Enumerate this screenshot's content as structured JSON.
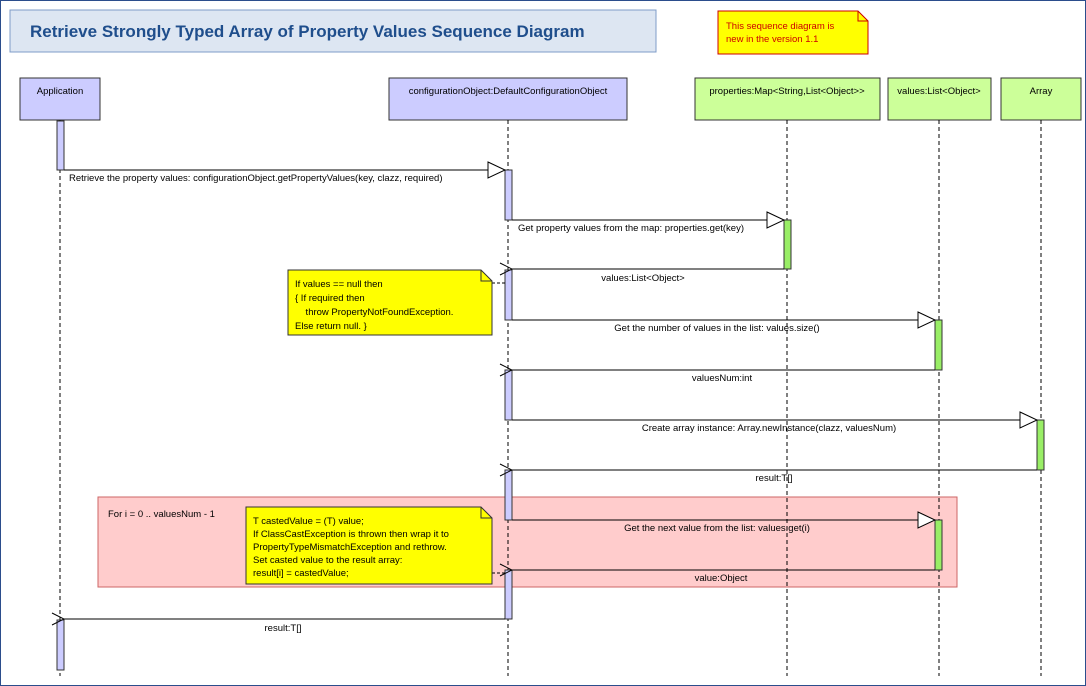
{
  "title": "Retrieve Strongly Typed Array of Property Values Sequence Diagram",
  "top_note": {
    "lines": [
      "This sequence diagram is",
      "new in the version 1.1"
    ]
  },
  "participants": [
    {
      "id": "app",
      "label": "Application"
    },
    {
      "id": "config",
      "label": "configurationObject:DefaultConfigurationObject"
    },
    {
      "id": "props",
      "label": "properties:Map<String,List<Object>>"
    },
    {
      "id": "values",
      "label": "values:List<Object>"
    },
    {
      "id": "array",
      "label": "Array"
    }
  ],
  "messages": [
    {
      "id": "m1",
      "label": "Retrieve the property values: configurationObject.getPropertyValues(key, clazz, required)",
      "kind": "call"
    },
    {
      "id": "m2",
      "label": "Get property values from the map: properties.get(key)",
      "kind": "call"
    },
    {
      "id": "m3",
      "label": "values:List<Object>",
      "kind": "return"
    },
    {
      "id": "m4",
      "label": "Get the number of values in the list: values.size()",
      "kind": "call"
    },
    {
      "id": "m5",
      "label": "valuesNum:int",
      "kind": "return"
    },
    {
      "id": "m6",
      "label": "Create array instance: Array.newInstance(clazz, valuesNum)",
      "kind": "call"
    },
    {
      "id": "m7",
      "label": "result:T[]",
      "kind": "return"
    },
    {
      "id": "m8",
      "label": "Get the next value from the list: values.get(i)",
      "kind": "call"
    },
    {
      "id": "m9",
      "label": "value:Object",
      "kind": "return"
    },
    {
      "id": "m10",
      "label": "result:T[]",
      "kind": "return"
    }
  ],
  "loop": {
    "label": "For i = 0 .. valuesNum - 1"
  },
  "notes": [
    {
      "id": "note-null-check",
      "lines": [
        "If values == null then",
        "{ If required then",
        "    throw PropertyNotFoundException.",
        "Else return null. }"
      ]
    },
    {
      "id": "note-cast",
      "lines": [
        "T castedValue = (T) value;",
        "If ClassCastException is thrown then wrap it to",
        "PropertyTypeMismatchException and rethrow.",
        "Set casted value to the result array:",
        "result[i] = castedValue;"
      ]
    }
  ],
  "colors": {
    "title_bg": "#dde6f2",
    "title_text": "#1f4e8c",
    "actor_blue": "#ccccff",
    "actor_green": "#ccff99",
    "activation_blue": "#ccccff",
    "activation_green": "#99ee66",
    "note_yellow": "#ffff00",
    "top_note_text": "#cc0000",
    "loop_fill": "#ffcccc",
    "border": "#2b4d8c"
  }
}
